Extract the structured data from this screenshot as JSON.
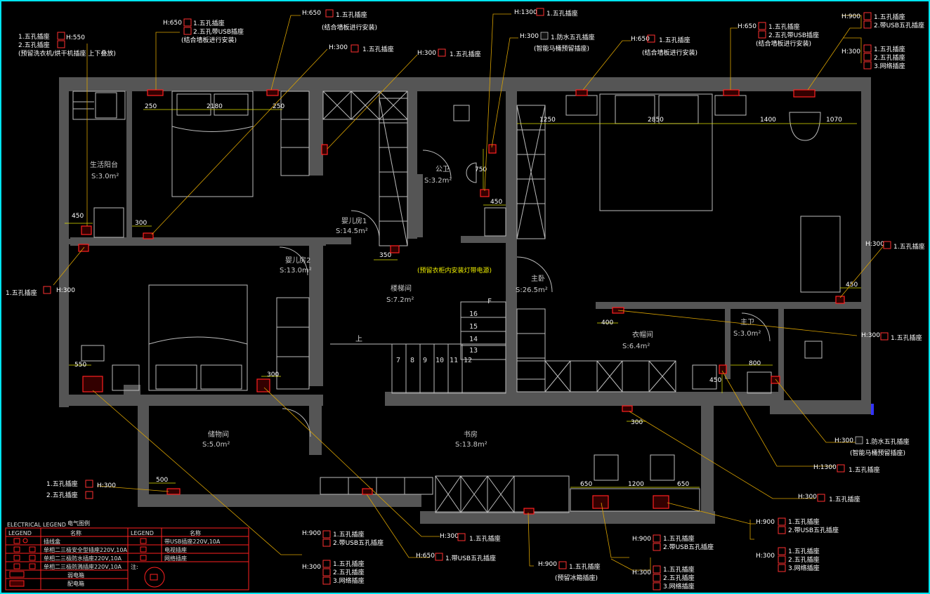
{
  "rooms": [
    {
      "id": "balcony",
      "name": "生活阳台",
      "area": "S:3.0m²"
    },
    {
      "id": "bedroom1",
      "name": "婴儿房1",
      "area": "S:14.5m²"
    },
    {
      "id": "bedroom2",
      "name": "婴儿房2",
      "area": "S:13.0m²"
    },
    {
      "id": "stair",
      "name": "楼梯间",
      "area": "S:7.2m²"
    },
    {
      "id": "bath1",
      "name": "公卫",
      "area": "S:3.2m²"
    },
    {
      "id": "master",
      "name": "主卧",
      "area": "S:26.5m²"
    },
    {
      "id": "closet",
      "name": "衣帽间",
      "area": "S:6.4m²"
    },
    {
      "id": "masterbath",
      "name": "主卫",
      "area": "S:3.0m²"
    },
    {
      "id": "storage",
      "name": "储物间",
      "area": "S:5.0m²"
    },
    {
      "id": "study",
      "name": "书房",
      "area": "S:13.8m²"
    }
  ],
  "stairs": {
    "upper": [
      "16",
      "15",
      "14",
      "13"
    ],
    "lower": [
      "7",
      "8",
      "9",
      "10",
      "11",
      "12"
    ],
    "up_label": "上",
    "f_label": "F"
  },
  "dimensions": [
    "250",
    "2180",
    "250",
    "450",
    "300",
    "350",
    "750",
    "450",
    "1250",
    "2850",
    "1400",
    "1070",
    "450",
    "400",
    "800",
    "450",
    "550",
    "300",
    "300",
    "500",
    "650",
    "1200",
    "650"
  ],
  "tags": {
    "t1": {
      "h": "H:550",
      "l1": "1.五孔插座",
      "l2": "2.五孔插座",
      "note": "(预留洗衣机/烘干机插座 上下叠放)"
    },
    "t2": {
      "h": "H:650",
      "l1": "1.五孔插座",
      "l2": "2.五孔带USB插座",
      "note": "(结合墙板进行安装)"
    },
    "t3": {
      "h": "H:650",
      "l1": "1.五孔插座",
      "note": "(结合墙板进行安装)"
    },
    "t4": {
      "h": "H:300",
      "l1": "1.五孔插座"
    },
    "t5": {
      "h": "H:300",
      "l1": "1.五孔插座"
    },
    "t6": {
      "h": "H:1300",
      "l1": "1.五孔插座"
    },
    "t7": {
      "h": "H:300",
      "l1": "1.防水五孔插座",
      "note": "(智能马桶预留插座)"
    },
    "t8": {
      "h": "H:650",
      "l1": "1.五孔插座",
      "note": "(结合墙板进行安装)"
    },
    "t9": {
      "h": "H:650",
      "l1": "1.五孔插座",
      "l2": "2.五孔带USB插座",
      "note": "(结合墙板进行安装)"
    },
    "t10": {
      "h": "H:900",
      "l1": "1.五孔插座",
      "l2": "2.带USB五孔插座"
    },
    "t10b": {
      "h": "H:300",
      "l1": "1.五孔插座",
      "l2": "2.五孔插座",
      "l3": "3.网络插座"
    },
    "t11": {
      "h": "H:300",
      "l1": "1.五孔插座"
    },
    "t12": {
      "h": "H:300",
      "l1": "1.五孔插座"
    },
    "t13": {
      "h": "H:300",
      "l1": "1.五孔插座"
    },
    "t14": {
      "note": "(预留衣柜内安装灯带电源)"
    },
    "t15": {
      "h": "H:300",
      "l1": "1.防水五孔插座",
      "note": "(智能马桶预留插座)"
    },
    "t16": {
      "h": "H:1300",
      "l1": "1.五孔插座"
    },
    "t17": {
      "h": "H:300",
      "l1": "1.五孔插座"
    },
    "t18": {
      "h": "H:300",
      "l1": "1.五孔插座",
      "l2": "2.五孔插座"
    },
    "t19": {
      "h": "H:900",
      "l1": "1.五孔插座",
      "l2": "2.带USB五孔插座"
    },
    "t19b": {
      "h": "H:300",
      "l1": "1.五孔插座",
      "l2": "2.五孔插座",
      "l3": "3.网络插座"
    },
    "t20": {
      "h": "H:300",
      "l1": "1.五孔插座"
    },
    "t21": {
      "h": "H:650",
      "l1": "1.带USB五孔插座"
    },
    "t22": {
      "h": "H:900",
      "l1": "1.五孔插座",
      "note": "(预留冰箱插座)"
    },
    "t23": {
      "h": "H:900",
      "l1": "1.五孔插座",
      "l2": "2.带USB五孔插座"
    },
    "t23b": {
      "h": "H:300",
      "l1": "1.五孔插座",
      "l2": "2.五孔插座",
      "l3": "3.网络插座"
    },
    "t24": {
      "h": "H:900",
      "l1": "1.五孔插座",
      "l2": "2.带USB五孔插座"
    },
    "t24b": {
      "h": "H:300",
      "l1": "1.五孔插座",
      "l2": "2.五孔插座",
      "l3": "3.网络插座"
    }
  },
  "legend": {
    "title": "ELECTRICAL LEGEND",
    "title_cn": "电气图例",
    "h1": "LEGEND",
    "h2": "名称",
    "h3": "LEGEND",
    "h4": "名称",
    "rows": [
      "插线盒",
      "单相二三极安全型插座220V,10A",
      "单相二三极防水插座220V,10A",
      "单相二三极防溅插座220V,10A",
      "弱电箱",
      "配电箱"
    ],
    "rows2": [
      "带USB插座220V,10A",
      "电视插座",
      "网络插座"
    ],
    "note_label": "注:"
  },
  "colors": {
    "border": "#00e5f0",
    "wall": "#555555",
    "socket": "#ff2020",
    "leader": "#d9a200",
    "dim": "#e0e000"
  }
}
